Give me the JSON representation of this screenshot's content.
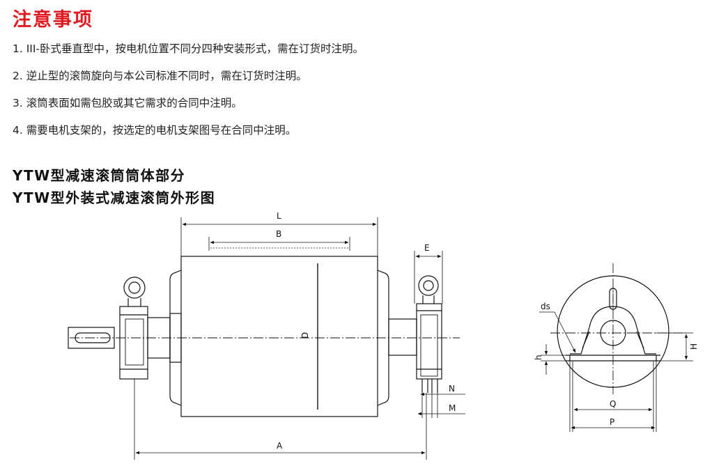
{
  "title": "注意事项",
  "notes": [
    "1. III-卧式垂直型中，按电机位置不同分四种安装形式，需在订货时注明。",
    "2. 逆止型的滚筒旋向与本公司标准不同时，需在订货时注明。",
    "3. 滚筒表面如需包胶或其它需求的合同中注明。",
    "4. 需要电机支架的，按选定的电机支架图号在合同中注明。"
  ],
  "heading1": "YTW型减速滚筒筒体部分",
  "heading2": "YTW型外装式减速滚筒外形图",
  "drawing": {
    "labels": {
      "L": "L",
      "B": "B",
      "E": "E",
      "D": "D",
      "A": "A",
      "N": "N",
      "M": "M",
      "ds": "ds",
      "H": "H",
      "h": "h",
      "Q": "Q",
      "P": "P"
    }
  }
}
